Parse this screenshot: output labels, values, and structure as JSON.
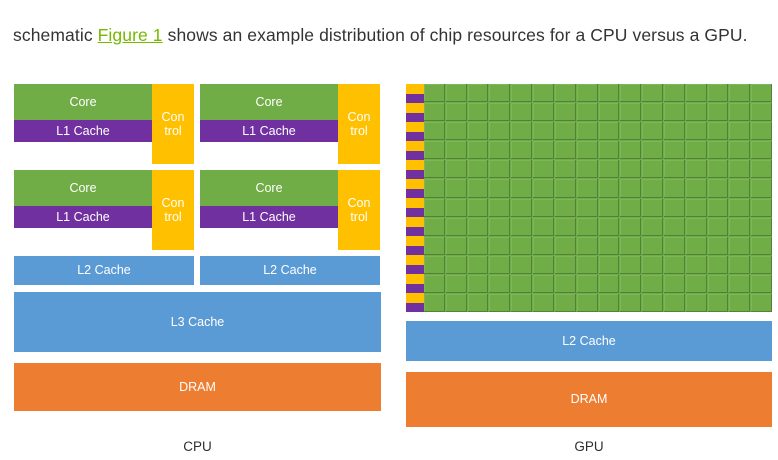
{
  "intro": {
    "before_link": "schematic ",
    "link_text": "Figure 1",
    "after_link": " shows an example distribution of chip resources for a CPU versus a GPU."
  },
  "colors": {
    "core_green": "#70AD47",
    "control_yellow": "#FFC000",
    "l1_purple": "#7030A0",
    "cache_blue": "#5B9BD5",
    "dram_orange": "#ED7D31",
    "link_green": "#76B900",
    "text": "#333333"
  },
  "cpu": {
    "caption": "CPU",
    "core_rows": [
      {
        "units": [
          {
            "core_label": "Core",
            "control_label": "Con trol",
            "l1_label": "L1 Cache"
          },
          {
            "core_label": "Core",
            "control_label": "Con trol",
            "l1_label": "L1 Cache"
          }
        ]
      },
      {
        "units": [
          {
            "core_label": "Core",
            "control_label": "Con trol",
            "l1_label": "L1 Cache"
          },
          {
            "core_label": "Core",
            "control_label": "Con trol",
            "l1_label": "L1 Cache"
          }
        ]
      }
    ],
    "l2_labels": [
      "L2 Cache",
      "L2 Cache"
    ],
    "l3_label": "L3 Cache",
    "dram_label": "DRAM"
  },
  "gpu": {
    "caption": "GPU",
    "grid": {
      "rows": 12,
      "cols": 16
    },
    "stripe_pairs": 12,
    "l2_label": "L2 Cache",
    "dram_label": "DRAM"
  }
}
